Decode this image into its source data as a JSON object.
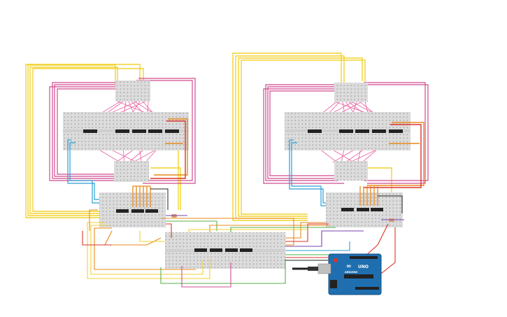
{
  "arduino": {
    "logo_text": "∞",
    "model_label": "UNO",
    "brand_label": "ARDUINO"
  },
  "colors": {
    "yellow": "#f2d22e",
    "magenta": "#d04b8f",
    "pink": "#e86aa8",
    "orange": "#e8881a",
    "red": "#d8342a",
    "blue": "#2a9fd6",
    "green": "#55b04a",
    "purple": "#7a3fb0",
    "black": "#222222",
    "breadboard": "#dcdcdc",
    "arduino_board": "#1f6fb0"
  },
  "icons": [
    "breadboard",
    "ic-chip",
    "resistor",
    "arduino-uno-board",
    "usb-connector"
  ]
}
